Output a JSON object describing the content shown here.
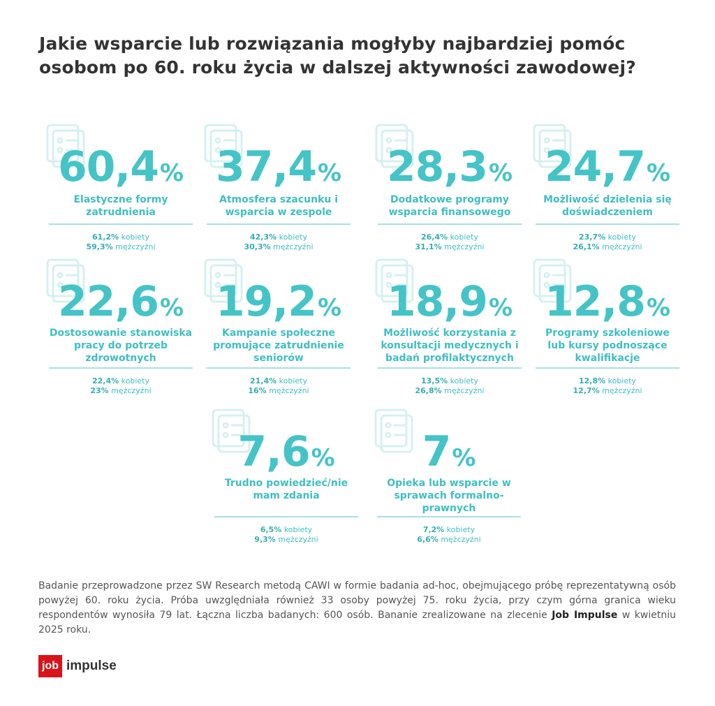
{
  "title": "Jakie wsparcie lub rozwiązania mogłyby najbardziej pomóc osobom po 60. roku życia w dalszej aktywności zawodowej?",
  "pct_sign": "%",
  "women_label": "kobiety",
  "men_label": "mężczyźni",
  "accent_color": "#45c4c7",
  "items": [
    {
      "value": "60,4",
      "label": "Elastyczne formy zatrudnienia",
      "women": "61,2%",
      "men": "59,3%",
      "icon": "checklist-icon"
    },
    {
      "value": "37,4",
      "label": "Atmosfera szacunku i wsparcia w zespole",
      "women": "42,3%",
      "men": "30,3%",
      "icon": "hands-icon"
    },
    {
      "value": "28,3",
      "label": "Dodatkowe programy wsparcia finansowego",
      "women": "26,4%",
      "men": "31,1%",
      "icon": "money-icon"
    },
    {
      "value": "24,7",
      "label": "Możliwość dzielenia się doświadczeniem",
      "women": "23,7%",
      "men": "26,1%",
      "icon": "people-exchange-icon"
    },
    {
      "value": "22,6",
      "label": "Dostosowanie stanowiska pracy do potrzeb zdrowotnych",
      "women": "22,4%",
      "men": "23%",
      "icon": "health-cross-icon"
    },
    {
      "value": "19,2",
      "label": "Kampanie społeczne promujące zatrudnienie seniorów",
      "women": "21,4%",
      "men": "16%",
      "icon": "sixty-plus-icon"
    },
    {
      "value": "18,9",
      "label": "Możliwość korzystania z konsultacji medycznych i badań profilaktycznych",
      "women": "13,5%",
      "men": "26,8%",
      "icon": "medical-hand-icon"
    },
    {
      "value": "12,8",
      "label": "Programy szkoleniowe lub kursy podnoszące kwalifikacje",
      "women": "12,8%",
      "men": "12,7%",
      "icon": "graduation-cap-icon"
    },
    {
      "value": "7,6",
      "label": "Trudno powiedzieć/nie mam zdania",
      "women": "6,5%",
      "men": "9,3%",
      "icon": "question-icon"
    },
    {
      "value": "7",
      "label": "Opieka lub wsparcie w sprawach formalno-prawnych",
      "women": "7,2%",
      "men": "6,6%",
      "icon": "legal-hand-icon"
    }
  ],
  "footnote": {
    "text": "Badanie przeprowadzone przez SW Research metodą CAWI w formie badania ad-hoc, obejmującego próbę reprezentatywną osób powyżej 60. roku życia. Próba uwzględniała również 33 osoby powyżej 75. roku życia, przy czym górna granica wieku respondentów wynosiła 79 lat. Łączna liczba badanych: 600 osób. Bananie zrealizowane na zlecenie ",
    "brand": "Job Impulse",
    "text_end": " w kwietniu 2025 roku."
  },
  "logo": {
    "box": "job",
    "text": "impulse"
  }
}
